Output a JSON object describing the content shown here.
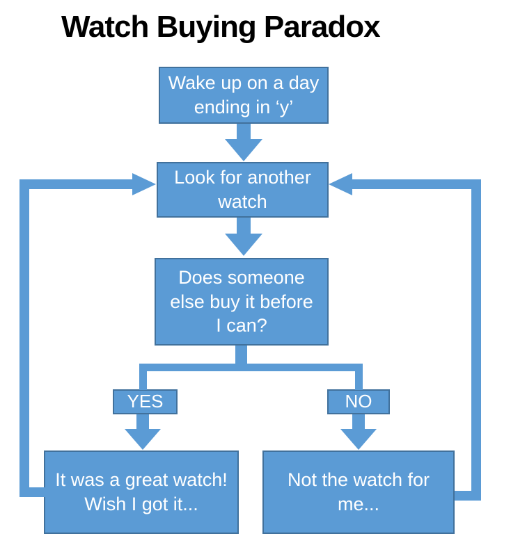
{
  "title": "Watch Buying Paradox",
  "colors": {
    "node_fill": "#5B9BD5",
    "node_border": "#41719C",
    "connector": "#5B9BD5",
    "node_text": "#FFFFFF",
    "title_text": "#000000",
    "background": "#FFFFFF"
  },
  "nodes": {
    "wake": {
      "lines": [
        "Wake up on a day",
        "ending in ‘y’"
      ]
    },
    "look": {
      "lines": [
        "Look for another",
        "watch"
      ]
    },
    "buy": {
      "lines": [
        "Does someone",
        "else buy it before",
        "I can?"
      ]
    },
    "yes": {
      "lines": [
        "YES"
      ]
    },
    "no": {
      "lines": [
        "NO"
      ]
    },
    "great": {
      "lines": [
        "It was a great watch!",
        "Wish I got it..."
      ]
    },
    "notforme": {
      "lines": [
        "Not the watch for",
        "me..."
      ]
    }
  },
  "edges": [
    {
      "from": "wake",
      "to": "look"
    },
    {
      "from": "look",
      "to": "buy"
    },
    {
      "from": "buy",
      "to": "yes"
    },
    {
      "from": "buy",
      "to": "no"
    },
    {
      "from": "yes",
      "to": "great"
    },
    {
      "from": "no",
      "to": "notforme"
    },
    {
      "from": "great",
      "to": "look"
    },
    {
      "from": "notforme",
      "to": "look"
    }
  ]
}
